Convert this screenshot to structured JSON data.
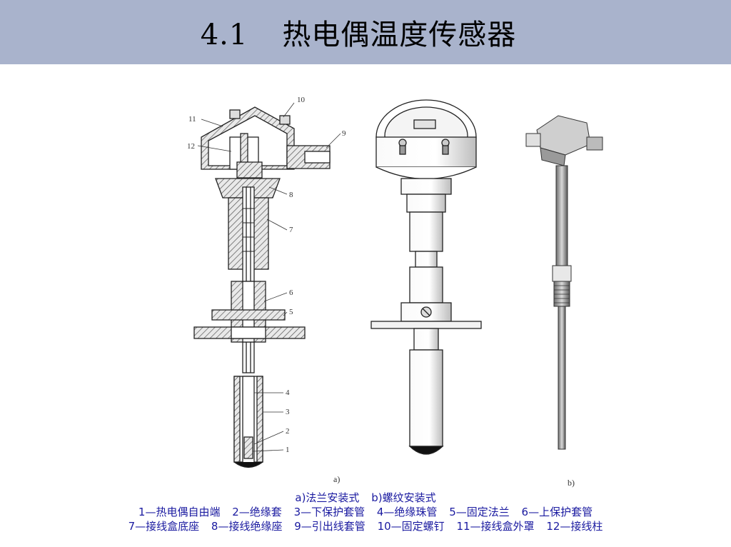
{
  "slide": {
    "title_number": "4.1",
    "title_text": "热电偶温度传感器",
    "colors": {
      "title_bar": "#a9b3cc",
      "caption_text": "#1a1aa0"
    }
  },
  "figure": {
    "callouts": [
      "10",
      "11",
      "12",
      "9",
      "8",
      "7",
      "6",
      "5",
      "4",
      "3",
      "2",
      "1"
    ],
    "sublabel_a": "a)",
    "sublabel_b": "b)"
  },
  "caption": {
    "line1": [
      "a)法兰安装式",
      "b)螺纹安装式"
    ],
    "line2": [
      "1—热电偶自由端",
      "2—绝缘套",
      "3—下保护套管",
      "4—绝缘珠管",
      "5—固定法兰",
      "6—上保护套管"
    ],
    "line3": [
      "7—接线盒底座",
      "8—接线绝缘座",
      "9—引出线套管",
      "10—固定螺钉",
      "11—接线盒外罩",
      "12—接线柱"
    ]
  }
}
